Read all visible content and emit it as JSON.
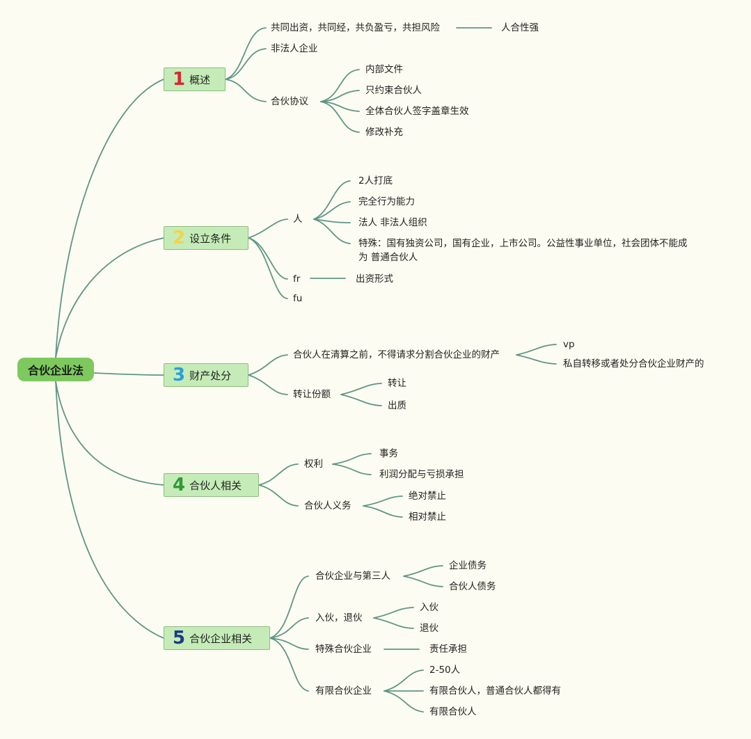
{
  "colors": {
    "background": "#fdfcf2",
    "line": "#5e9686",
    "root_fill": "#7dc95e",
    "branch_fill": "#c5ecb8",
    "num1": "#d8262f",
    "num2": "#f2d44a",
    "num3": "#2b9ed6",
    "num4": "#2f9a3a",
    "num5": "#1d3a86"
  },
  "root": {
    "label": "合伙企业法"
  },
  "branches": [
    {
      "num": "1",
      "label": "概述",
      "topics": [
        {
          "label": "共同出资，共同经，共负盈亏，共担风险",
          "note": "人合性强"
        },
        {
          "label": "非法人企业"
        },
        {
          "label": "合伙协议",
          "items": [
            "内部文件",
            "只约束合伙人",
            "全体合伙人签字盖章生效",
            "修改补充"
          ]
        }
      ]
    },
    {
      "num": "2",
      "label": "设立条件",
      "topics": [
        {
          "label": "人",
          "items": [
            "2人打底",
            "完全行为能力",
            "法人 非法人组织",
            "特殊：国有独资公司，国有企业，上市公司。公益性事业单位，社会团体不能成",
            "为 普通合伙人"
          ]
        },
        {
          "label": "fr",
          "note": "出资形式"
        },
        {
          "label": "fu"
        }
      ]
    },
    {
      "num": "3",
      "label": "财产处分",
      "topics": [
        {
          "label": "合伙人在清算之前，不得请求分割合伙企业的财产",
          "items": [
            "vp",
            "私自转移或者处分合伙企业财产的"
          ]
        },
        {
          "label": "转让份额",
          "items": [
            "转让",
            "出质"
          ]
        }
      ]
    },
    {
      "num": "4",
      "label": "合伙人相关",
      "topics": [
        {
          "label": "权利",
          "items": [
            "事务",
            "利润分配与亏损承担"
          ]
        },
        {
          "label": "合伙人义务",
          "items": [
            "绝对禁止",
            "相对禁止"
          ]
        }
      ]
    },
    {
      "num": "5",
      "label": "合伙企业相关",
      "topics": [
        {
          "label": "合伙企业与第三人",
          "items": [
            "企业债务",
            "合伙人债务"
          ]
        },
        {
          "label": "入伙，退伙",
          "items": [
            "入伙",
            "退伙"
          ]
        },
        {
          "label": "特殊合伙企业",
          "note": "责任承担"
        },
        {
          "label": "有限合伙企业",
          "items": [
            "2-50人",
            "有限合伙人，普通合伙人都得有",
            "有限合伙人"
          ]
        }
      ]
    }
  ]
}
